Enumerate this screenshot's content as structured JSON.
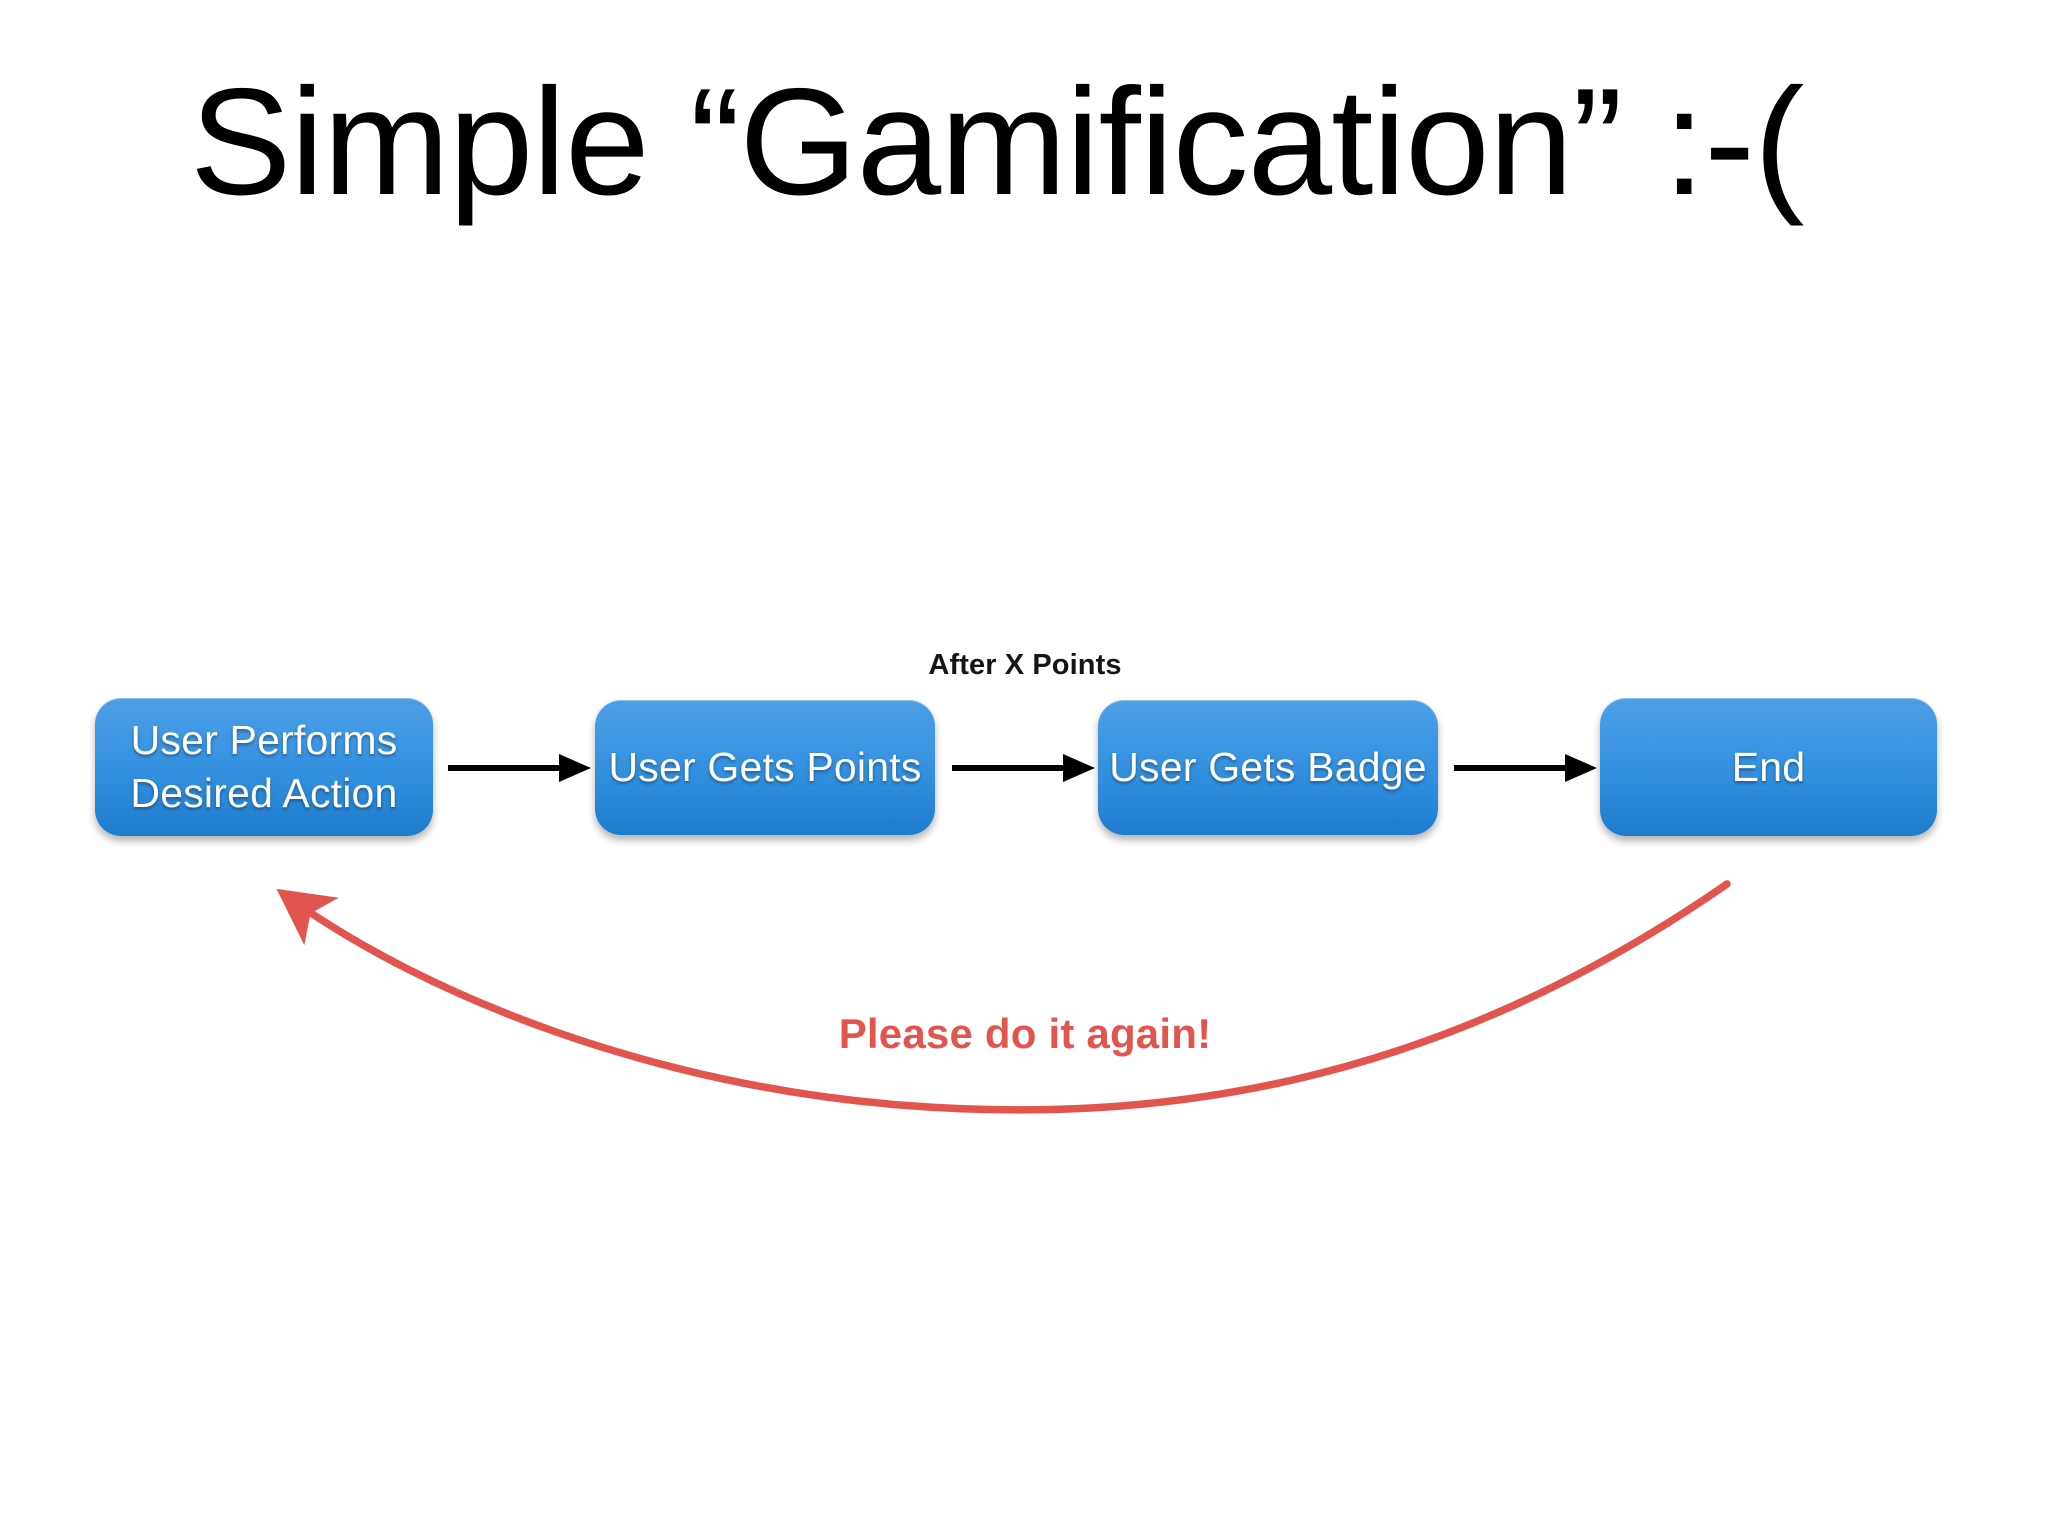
{
  "slide": {
    "title": "Simple “Gamification” :-(",
    "background_color": "#ffffff"
  },
  "colors": {
    "box_gradient_top": "#4e9ee4",
    "box_gradient_bottom": "#1f7ccd",
    "box_text": "#ffffff",
    "arrow": "#000000",
    "loop_accent": "#e2554e",
    "label_text": "#151515"
  },
  "flow": {
    "boxes": [
      {
        "id": "user-action",
        "label": "User Performs\nDesired Action"
      },
      {
        "id": "user-points",
        "label": "User Gets Points"
      },
      {
        "id": "user-badge",
        "label": "User Gets Badge"
      },
      {
        "id": "end",
        "label": "End"
      }
    ],
    "arrows": [
      {
        "id": "arrow-1",
        "from": "user-action",
        "to": "user-points",
        "label": ""
      },
      {
        "id": "arrow-2",
        "from": "user-points",
        "to": "user-badge",
        "label": "After X Points"
      },
      {
        "id": "arrow-3",
        "from": "user-badge",
        "to": "end",
        "label": ""
      }
    ],
    "arrow_labels": {
      "after_x_points": "After X Points"
    },
    "loop": {
      "label": "Please do it again!",
      "from": "end",
      "to": "user-action",
      "color": "#e2554e"
    }
  }
}
